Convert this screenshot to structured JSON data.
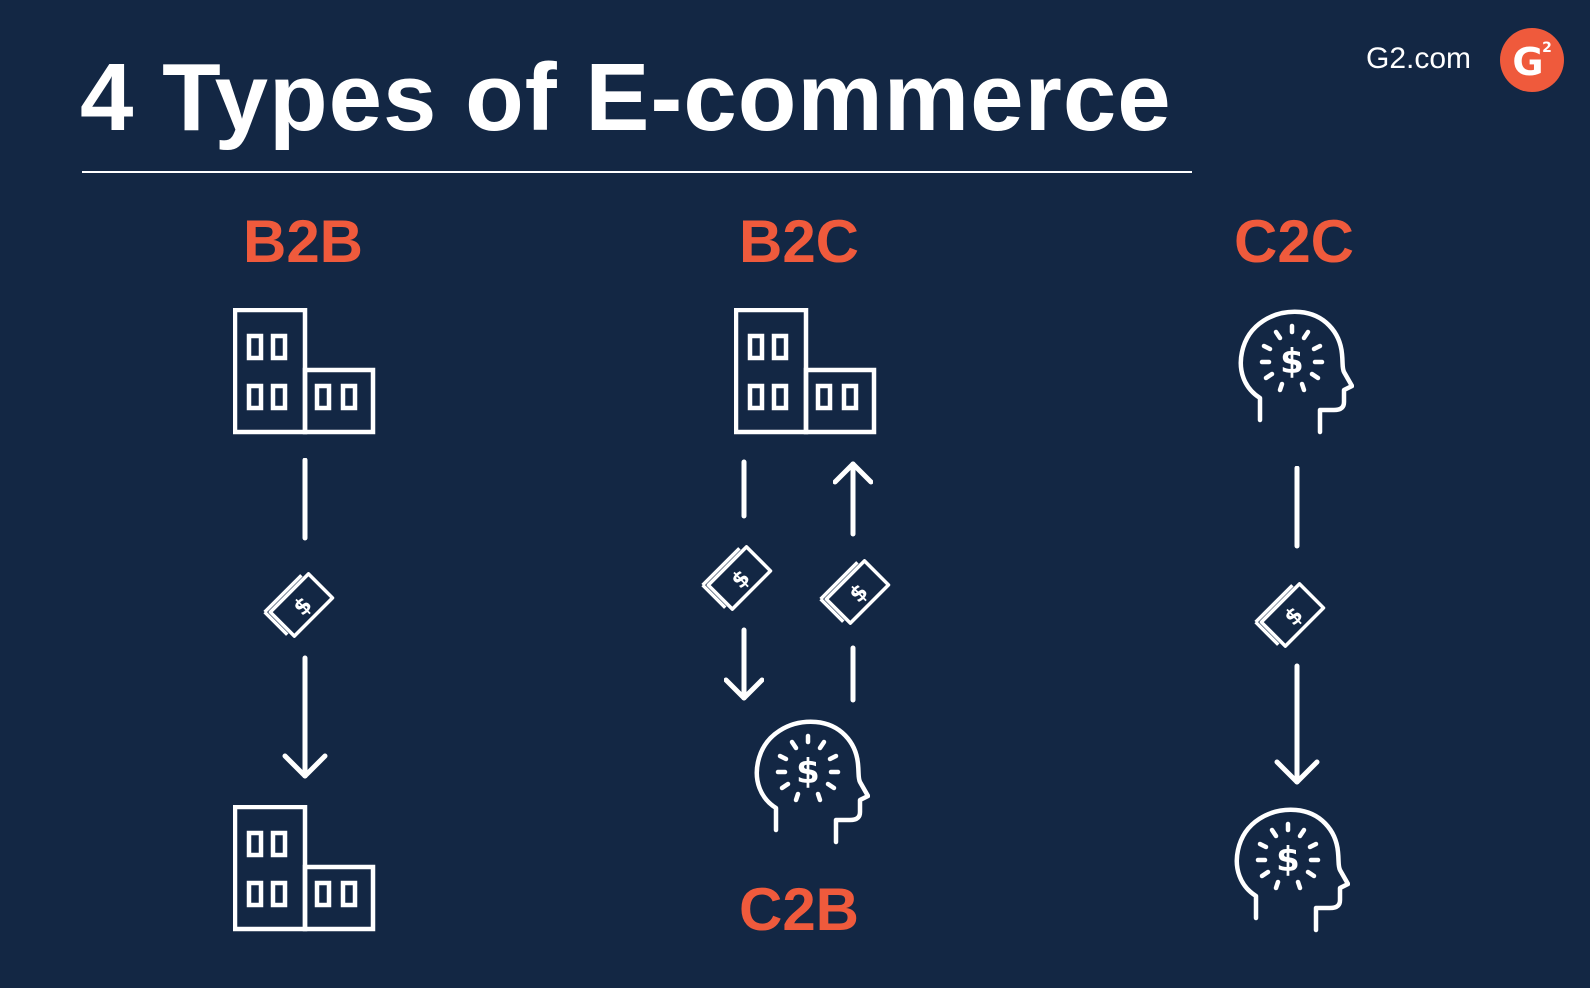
{
  "title": "4 Types of E-commerce",
  "brand": {
    "text": "G2.com",
    "logo_letter": "G",
    "logo_superscript": "2"
  },
  "colors": {
    "background": "#132744",
    "accent": "#ef5a3c",
    "foreground": "#ffffff"
  },
  "labels": {
    "b2b": "B2B",
    "b2c": "B2C",
    "c2c": "C2C",
    "c2b": "C2B"
  },
  "icons": {
    "business": "building-icon",
    "consumer": "head-with-dollar-icon",
    "payment": "money-bill-icon",
    "flow": "arrow-icon"
  }
}
